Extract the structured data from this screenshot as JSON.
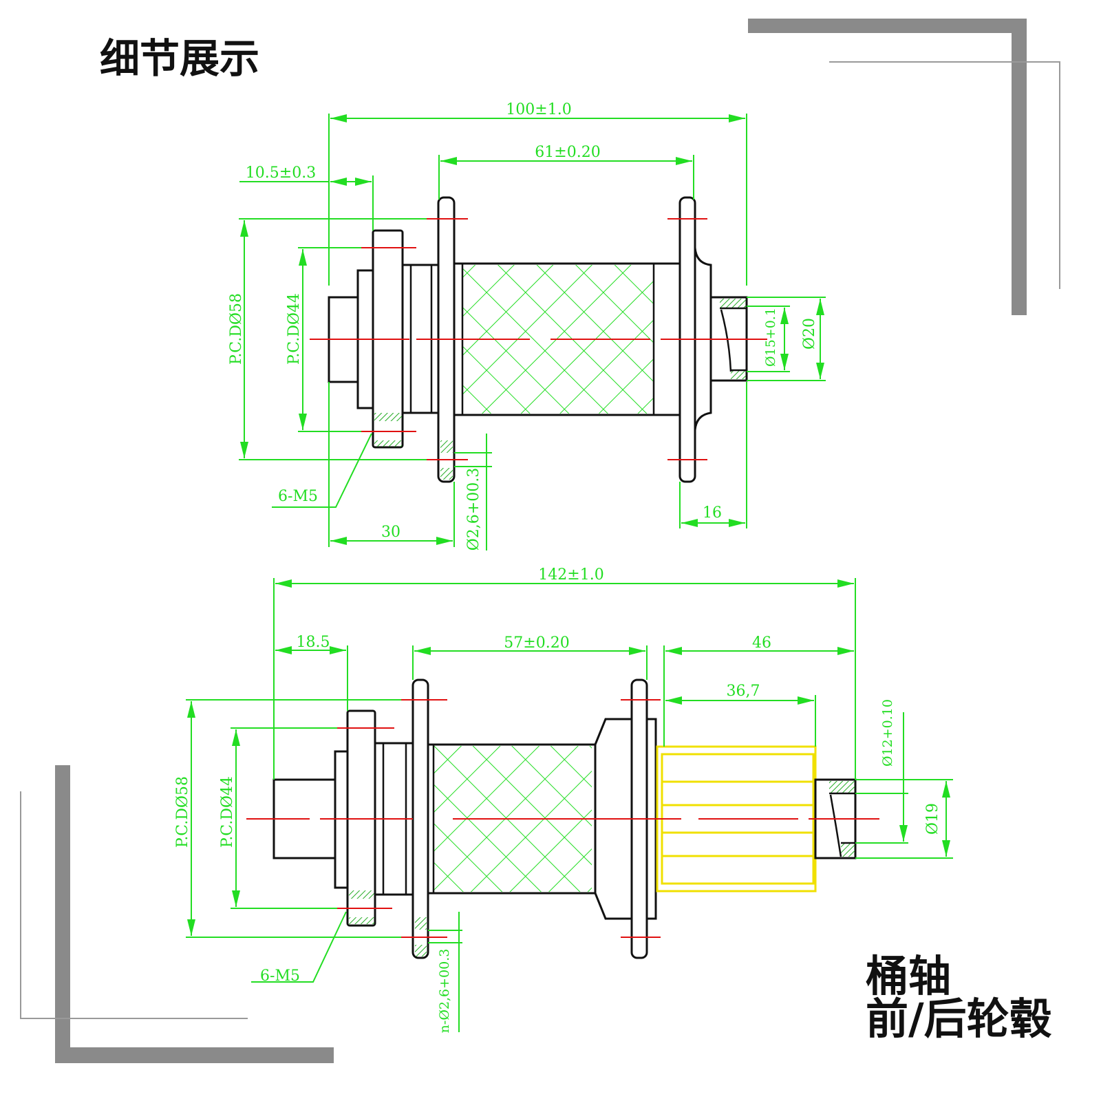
{
  "titles": {
    "top_left": "细节展示",
    "bottom_right_line1": "桶轴",
    "bottom_right_line2": "前/后轮毂"
  },
  "front_hub": {
    "overall_width": "100±1.0",
    "flange_spacing": "61±0.20",
    "rotor_offset": "10.5±0.3",
    "pcd_outer": "P.C.DØ58",
    "pcd_inner": "P.C.DØ44",
    "axle_bore": "Ø15+0.1",
    "axle_outer": "Ø20",
    "right_offset": "16",
    "left_flange_offset": "30",
    "bolt_label": "6-M5",
    "spoke_hole": "Ø2,6+00.3"
  },
  "rear_hub": {
    "overall_width": "142±1.0",
    "rotor_offset": "18.5",
    "flange_spacing": "57±0.20",
    "drive_side": "46",
    "freehub_length": "36,7",
    "pcd_outer": "P.C.DØ58",
    "pcd_inner": "P.C.DØ44",
    "axle_bore": "Ø12+0.10",
    "axle_outer": "Ø19",
    "bolt_label": "6-M5",
    "spoke_hole": "n-Ø2,6+00.3"
  },
  "colors": {
    "dimension": "#22dd22",
    "centerline": "#e01010",
    "freehub": "#f0e000",
    "outline": "#111111"
  }
}
